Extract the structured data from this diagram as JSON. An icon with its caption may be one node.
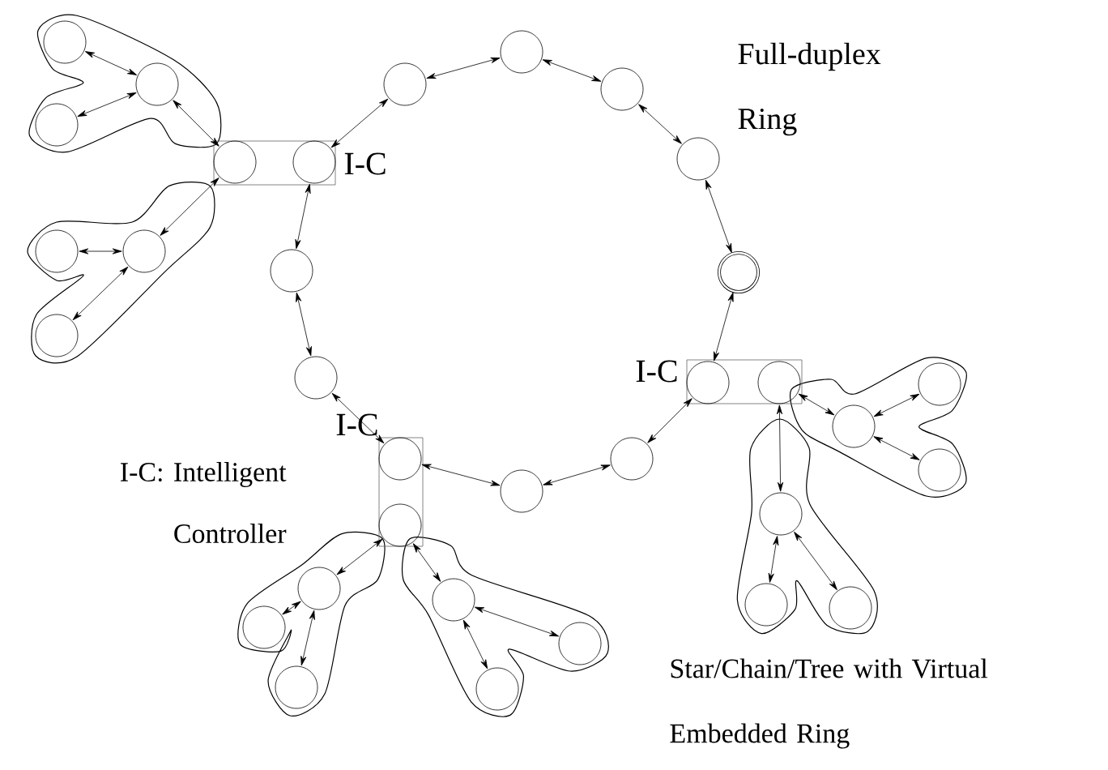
{
  "diagram": {
    "nodes": [
      {
        "text": [],
        "shape": "box",
        "beside": [
          "I-C"
        ]
      },
      {
        "text": [],
        "shape": "circle",
        "in": 0
      },
      {
        "text": [],
        "shape": "circle",
        "in": 0
      },
      {
        "text": [],
        "shape": "circle"
      },
      {
        "text": [],
        "shape": "circle"
      },
      {
        "text": [],
        "shape": "circle"
      },
      {
        "text": [],
        "shape": "circle"
      },
      {
        "text": [],
        "shape": "circle"
      },
      {
        "text": [],
        "shape": "box",
        "beside": [
          "I-C"
        ]
      },
      {
        "text": [],
        "shape": "circle",
        "in": 8
      },
      {
        "text": [],
        "shape": "circle",
        "in": 8
      },
      {
        "text": [],
        "shape": "circle"
      },
      {
        "text": [],
        "shape": "circle"
      },
      {
        "text": [],
        "shape": "box",
        "beside": [
          "I-C"
        ]
      },
      {
        "text": [],
        "shape": "circle",
        "in": 13
      },
      {
        "text": [],
        "shape": "circle",
        "in": 13
      },
      {
        "text": [],
        "shape": "circle"
      },
      {
        "text": [],
        "shape": "circle"
      },
      {
        "text": [],
        "shape": "circle"
      },
      {
        "text": [],
        "shape": "circle"
      },
      {
        "text": [],
        "shape": "circle"
      },
      {
        "text": [],
        "shape": "circle"
      },
      {
        "text": [],
        "shape": "circle"
      },
      {
        "text": [],
        "shape": "circle"
      },
      {
        "text": [],
        "shape": "circle"
      },
      {
        "text": [],
        "shape": "circle"
      },
      {
        "text": [],
        "shape": "circle"
      },
      {
        "text": [],
        "shape": "circle"
      },
      {
        "text": [],
        "shape": "circle"
      },
      {
        "text": [],
        "shape": "circle"
      },
      {
        "text": [],
        "shape": "circle"
      },
      {
        "text": [],
        "shape": "circle"
      },
      {
        "text": [],
        "shape": "circle"
      },
      {
        "text": [],
        "shape": "circle"
      },
      {
        "text": [],
        "shape": "circle"
      },
      {
        "text": [],
        "shape": "circle"
      }
    ],
    "edges": [
      {
        "from": 2,
        "to": 3,
        "arrow": "both"
      },
      {
        "from": 3,
        "to": 4,
        "arrow": "both"
      },
      {
        "from": 4,
        "to": 5,
        "arrow": "both"
      },
      {
        "from": 5,
        "to": 6,
        "arrow": "both"
      },
      {
        "from": 6,
        "to": 7,
        "arrow": "both"
      },
      {
        "from": 7,
        "to": 9,
        "arrow": "both"
      },
      {
        "from": 9,
        "to": 11,
        "arrow": "both"
      },
      {
        "from": 11,
        "to": 12,
        "arrow": "both"
      },
      {
        "from": 12,
        "to": 14,
        "arrow": "both"
      },
      {
        "from": 14,
        "to": 16,
        "arrow": "both"
      },
      {
        "from": 16,
        "to": 17,
        "arrow": "both"
      },
      {
        "from": 17,
        "to": 2,
        "arrow": "both"
      },
      {
        "from": 1,
        "to": 18,
        "arrow": "both"
      },
      {
        "from": 18,
        "to": 19,
        "arrow": "both"
      },
      {
        "from": 18,
        "to": 20,
        "arrow": "both"
      },
      {
        "from": 1,
        "to": 21,
        "arrow": "both"
      },
      {
        "from": 21,
        "to": 22,
        "arrow": "both"
      },
      {
        "from": 21,
        "to": 23,
        "arrow": "both"
      },
      {
        "from": 15,
        "to": 24,
        "arrow": "both"
      },
      {
        "from": 24,
        "to": 25,
        "arrow": "both"
      },
      {
        "from": 24,
        "to": 26,
        "arrow": "both"
      },
      {
        "from": 15,
        "to": 27,
        "arrow": "both"
      },
      {
        "from": 27,
        "to": 28,
        "arrow": "both"
      },
      {
        "from": 27,
        "to": 29,
        "arrow": "both"
      },
      {
        "from": 10,
        "to": 30,
        "arrow": "both"
      },
      {
        "from": 30,
        "to": 31,
        "arrow": "both"
      },
      {
        "from": 30,
        "to": 32,
        "arrow": "both"
      },
      {
        "from": 10,
        "to": 33,
        "arrow": "both"
      },
      {
        "from": 33,
        "to": 34,
        "arrow": "both"
      },
      {
        "from": 33,
        "to": 35,
        "arrow": "both"
      }
    ],
    "labels": [
      "Full-duplex Ring",
      "I-C: Intelligent Controller",
      "Star/Chain/Tree with Virtual Embedded Ring"
    ]
  }
}
